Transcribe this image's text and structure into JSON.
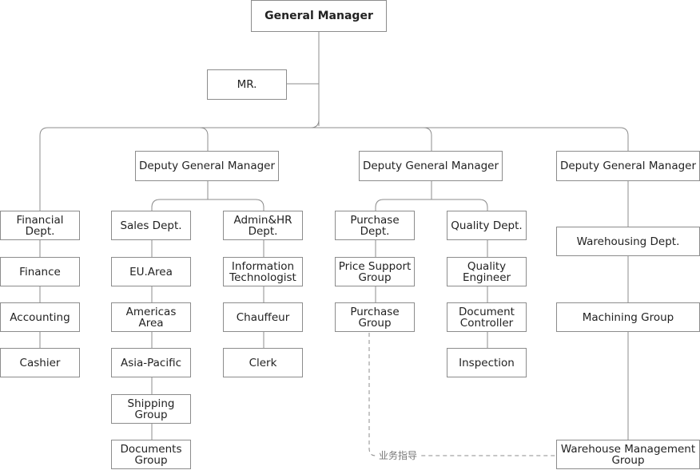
{
  "top": "General Manager",
  "assistant": "MR.",
  "deputy_1": "Deputy General Manager",
  "deputy_2": "Deputy General Manager",
  "deputy_3": "Deputy General Manager",
  "financial": {
    "head": "Financial\nDept.",
    "units": [
      "Finance",
      "Accounting",
      "Cashier"
    ]
  },
  "sales": {
    "head": "Sales Dept.",
    "units": [
      "EU.Area",
      "Americas Area",
      "Asia-Pacific",
      "Shipping\nGroup",
      "Documents\nGroup"
    ]
  },
  "admin": {
    "head": "Admin&HR\nDept.",
    "units": [
      "Information\nTechnologist",
      "Chauffeur",
      "Clerk"
    ]
  },
  "purchase": {
    "head": "Purchase\nDept.",
    "units": [
      "Price Support\nGroup",
      "Purchase\nGroup"
    ]
  },
  "quality": {
    "head": "Quality Dept.",
    "units": [
      "Quality\nEngineer",
      "Document\nController",
      "Inspection"
    ]
  },
  "warehousing": {
    "head": "Warehousing Dept.",
    "units": [
      "Machining Group",
      "Warehouse Management\nGroup"
    ]
  },
  "guidance_label": "业务指导",
  "colors": {
    "line": "#8c8c8c",
    "border": "#8c8c8c",
    "text": "#222222"
  }
}
